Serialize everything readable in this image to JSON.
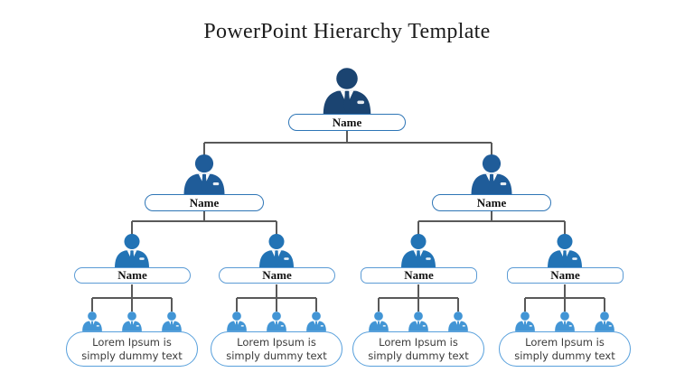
{
  "title": "PowerPoint Hierarchy Template",
  "colors": {
    "level1_icon": "#1b4471",
    "level2_icon": "#1f5c99",
    "level3_icon": "#2273b5",
    "level4_icon": "#4295d5",
    "pill_border_dark": "#2e75b6",
    "pill_border_light": "#5b9bd5",
    "team_box_border": "#58a0dc",
    "connector_line": "#595959",
    "title_text": "#1c1c1c",
    "name_text": "#111111",
    "team_text": "#3a3a3a"
  },
  "hierarchy": {
    "root": {
      "label": "Name"
    },
    "managers": [
      {
        "label": "Name"
      },
      {
        "label": "Name"
      }
    ],
    "leads": [
      {
        "label": "Name"
      },
      {
        "label": "Name"
      },
      {
        "label": "Name"
      },
      {
        "label": "Name"
      }
    ],
    "teams": [
      {
        "line1": "Lorem Ipsum is",
        "line2": "simply dummy text",
        "member_count": 3
      },
      {
        "line1": "Lorem Ipsum is",
        "line2": "simply dummy text",
        "member_count": 3
      },
      {
        "line1": "Lorem Ipsum is",
        "line2": "simply dummy text",
        "member_count": 3
      },
      {
        "line1": "Lorem Ipsum is",
        "line2": "simply dummy text",
        "member_count": 3
      }
    ]
  }
}
